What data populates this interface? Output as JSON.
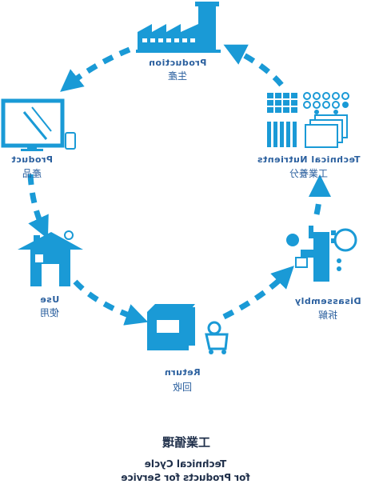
{
  "colors": {
    "accent": "#1a9ad6",
    "text_label": "#2a5f9e",
    "text_caption": "#1f2f4a"
  },
  "nodes": [
    {
      "id": "production",
      "en": "Production",
      "zh": "生產",
      "icon": "factory-icon"
    },
    {
      "id": "technical",
      "en": "Technical Nutrients",
      "zh": "工業養分",
      "icon": "technical-nutrients-icon"
    },
    {
      "id": "disassembly",
      "en": "Disassembly",
      "zh": "拆解",
      "icon": "disassembly-icon"
    },
    {
      "id": "return",
      "en": "Return",
      "zh": "回收",
      "icon": "return-icon"
    },
    {
      "id": "use",
      "en": "Use",
      "zh": "使用",
      "icon": "house-icon"
    },
    {
      "id": "product",
      "en": "Product",
      "zh": "產品",
      "icon": "monitor-icon"
    }
  ],
  "caption": {
    "zh": "工業循環",
    "en_line1": "Technical Cycle",
    "en_line2": "for Products for Service"
  }
}
